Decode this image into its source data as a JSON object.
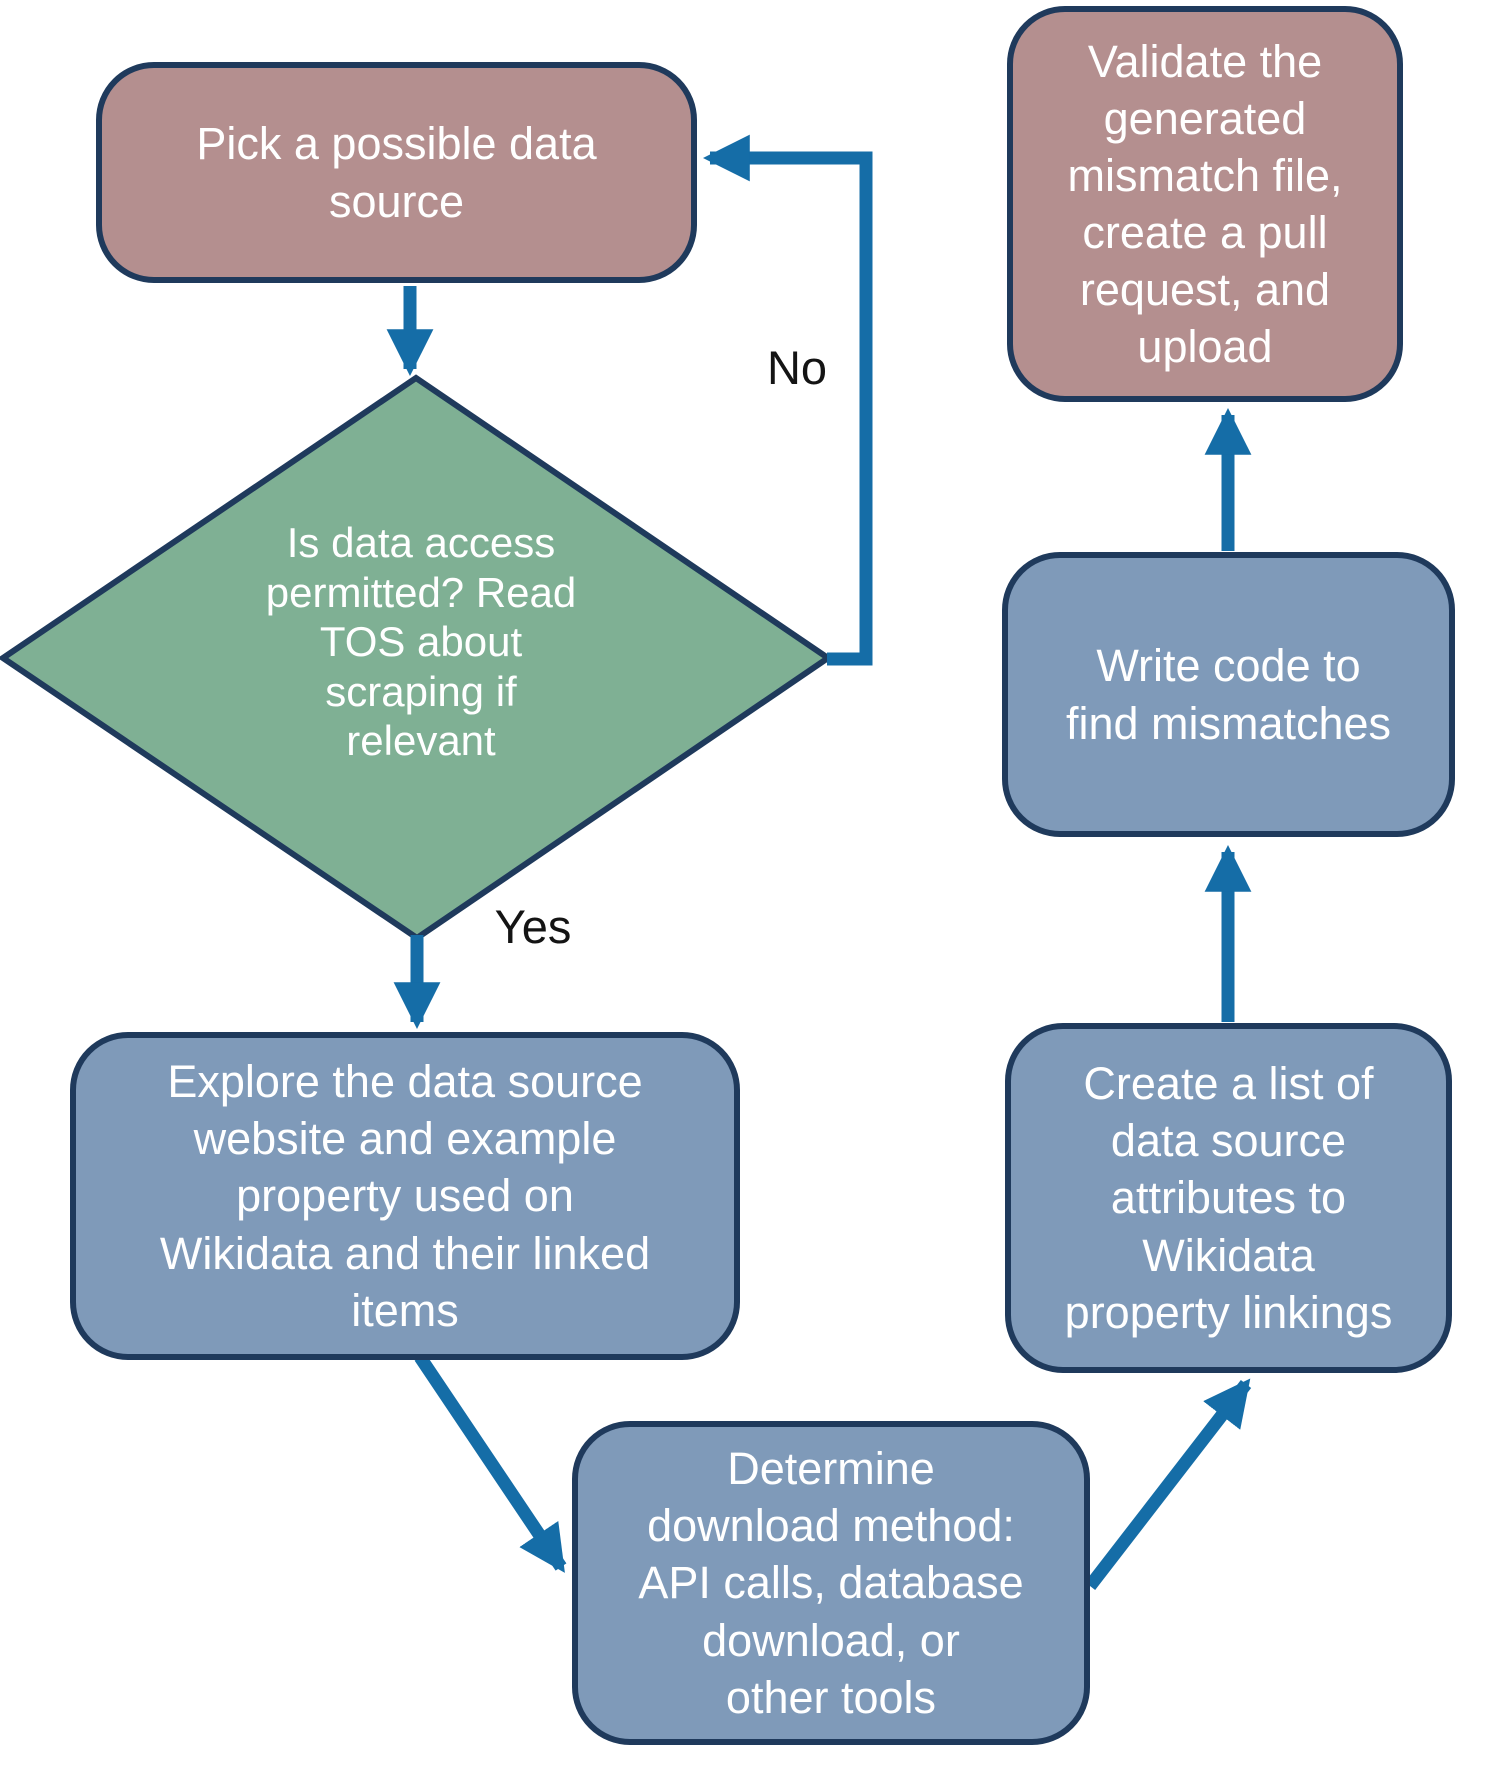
{
  "diagram": {
    "type": "flowchart",
    "background": "#ffffff",
    "colors": {
      "terminal_pink_fill": "#b48f8f",
      "decision_green_fill": "#7fb094",
      "process_blue_fill": "#7f9ab9",
      "node_border": "#1f3a5c",
      "arrow": "#156da7",
      "node_text": "#ffffff",
      "edge_label_text": "#141414"
    },
    "nodes": {
      "pick": {
        "label": "Pick a possible data\nsource"
      },
      "tos_check": {
        "label": "Is data access\npermitted? Read\nTOS about\nscraping if\nrelevant"
      },
      "explore": {
        "label": "Explore the data source\nwebsite and example\nproperty used on\nWikidata and their linked\nitems"
      },
      "determine": {
        "label": "Determine\ndownload method:\nAPI calls, database\ndownload, or\nother tools"
      },
      "create_list": {
        "label": "Create a list of\ndata source\nattributes to\nWikidata\nproperty linkings"
      },
      "write_code": {
        "label": "Write code to\nfind mismatches"
      },
      "validate": {
        "label": "Validate the\ngenerated\nmismatch file,\ncreate a pull\nrequest, and\nupload"
      }
    },
    "edge_labels": {
      "no": "No",
      "yes": "Yes"
    }
  }
}
